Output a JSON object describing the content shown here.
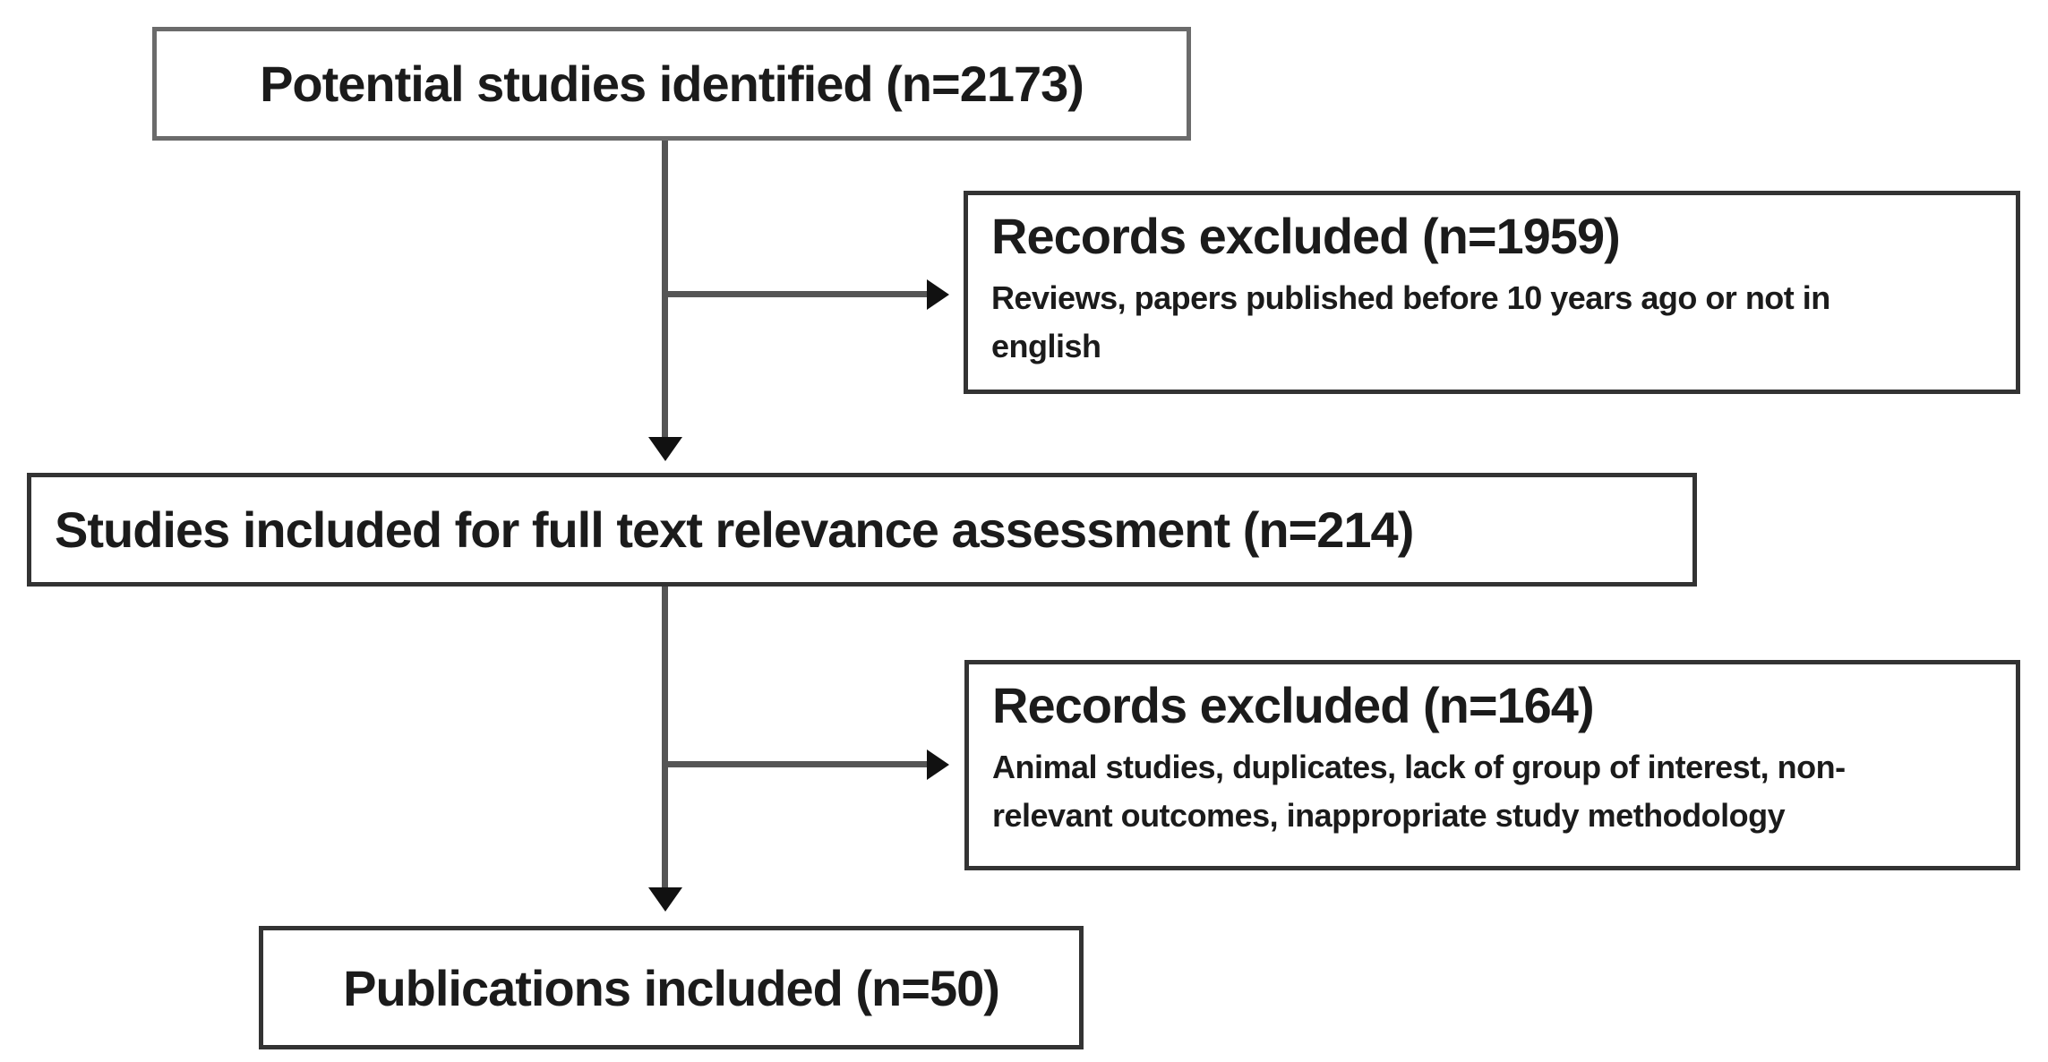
{
  "flow": {
    "identified": {
      "label": "Potential studies identified (n=2173)"
    },
    "excluded_screening": {
      "title": "Records excluded (n=1959)",
      "reasons": "Reviews, papers published before 10 years ago or not in\nenglish"
    },
    "full_text_assessment": {
      "label": "Studies included for full text relevance assessment (n=214)"
    },
    "excluded_full_text": {
      "title": "Records excluded (n=164)",
      "reasons": "Animal studies, duplicates, lack of group of interest, non-\nrelevant outcomes, inappropriate study methodology"
    },
    "included": {
      "label": "Publications included (n=50)"
    }
  },
  "counts": {
    "identified": 2173,
    "excluded_screening": 1959,
    "full_text_assessment": 214,
    "excluded_full_text": 164,
    "included": 50
  },
  "colors": {
    "background": "#ffffff",
    "text": "#1b1b1b",
    "border_dark": "#333333",
    "border_gray": "#6b6b6b",
    "line": "#555555",
    "arrow": "#111111"
  }
}
